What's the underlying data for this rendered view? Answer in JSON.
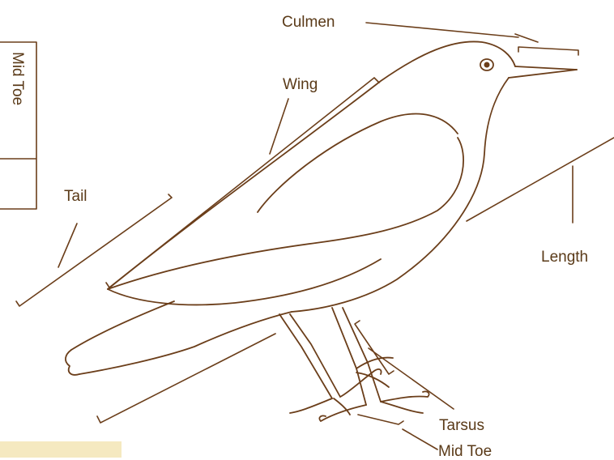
{
  "colors": {
    "line": "#6b3e1a",
    "label": "#5a3a18",
    "background": "#ffffff",
    "highlight": "#f5e9c0"
  },
  "labels": {
    "culmen": "Culmen",
    "wing": "Wing",
    "tail": "Tail",
    "length": "Length",
    "tarsus": "Tarsus",
    "mid_toe": "Mid Toe",
    "mid_toe_box": "Mid Toe"
  }
}
